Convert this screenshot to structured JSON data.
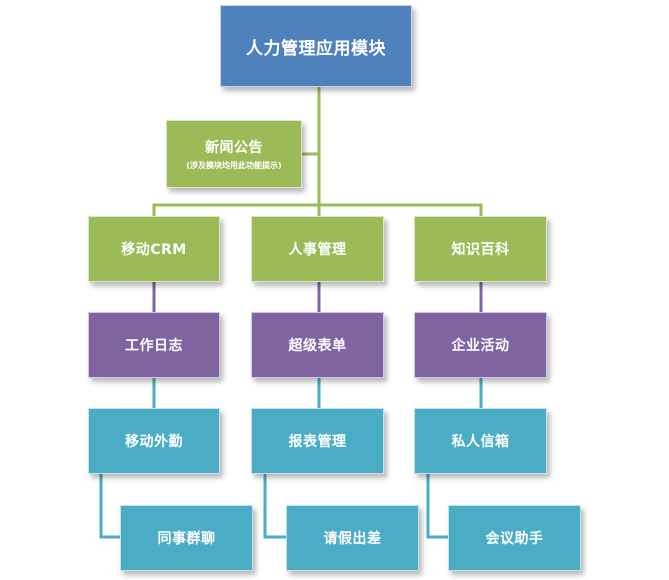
{
  "title": "人力管理应用模块",
  "news": {
    "label": "新闻公告",
    "sub": "(涉及模块均用此功能提示)"
  },
  "columns": [
    {
      "level1": "移动CRM",
      "level2": "工作日志",
      "level3": "移动外勤",
      "level4": "同事群聊"
    },
    {
      "level1": "人事管理",
      "level2": "超级表单",
      "level3": "报表管理",
      "level4": "请假出差"
    },
    {
      "level1": "知识百科",
      "level2": "企业活动",
      "level3": "私人信箱",
      "level4": "会议助手"
    }
  ],
  "colors": {
    "root": "#4f81bd",
    "level1": "#9bbb59",
    "level2": "#8064a2",
    "level3": "#4bacc6",
    "connector_green": "#9bbb59",
    "connector_purple": "#8064a2",
    "connector_teal": "#4bacc6"
  }
}
